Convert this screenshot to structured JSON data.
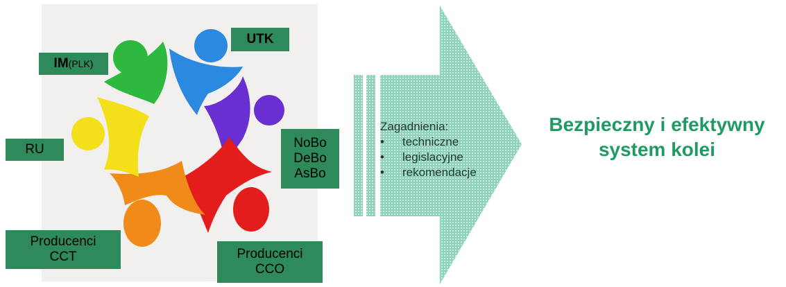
{
  "labels": {
    "utk": "UTK",
    "im_main": "IM",
    "im_sub": "(PLK)",
    "ru": "RU",
    "bodies": [
      "NoBo",
      "DeBo",
      "AsBo"
    ],
    "producers_cct": [
      "Producenci",
      "CCT"
    ],
    "producers_cco": [
      "Producenci",
      "CCO"
    ]
  },
  "issues": {
    "heading": "Zagadnienia:",
    "items": [
      "techniczne",
      "legislacyjne",
      "rekomendacje"
    ]
  },
  "goal": {
    "line1": "Bezpieczny i efektywny",
    "line2": "system kolei"
  },
  "colors": {
    "label_box": "#2e8a5a",
    "goal_text": "#1f9a62",
    "arrow_fill": "#8ed2bc",
    "people": [
      "#2eb83e",
      "#2b8ae0",
      "#6a2fd0",
      "#e31c1c",
      "#f08a18",
      "#f4e01a"
    ]
  }
}
